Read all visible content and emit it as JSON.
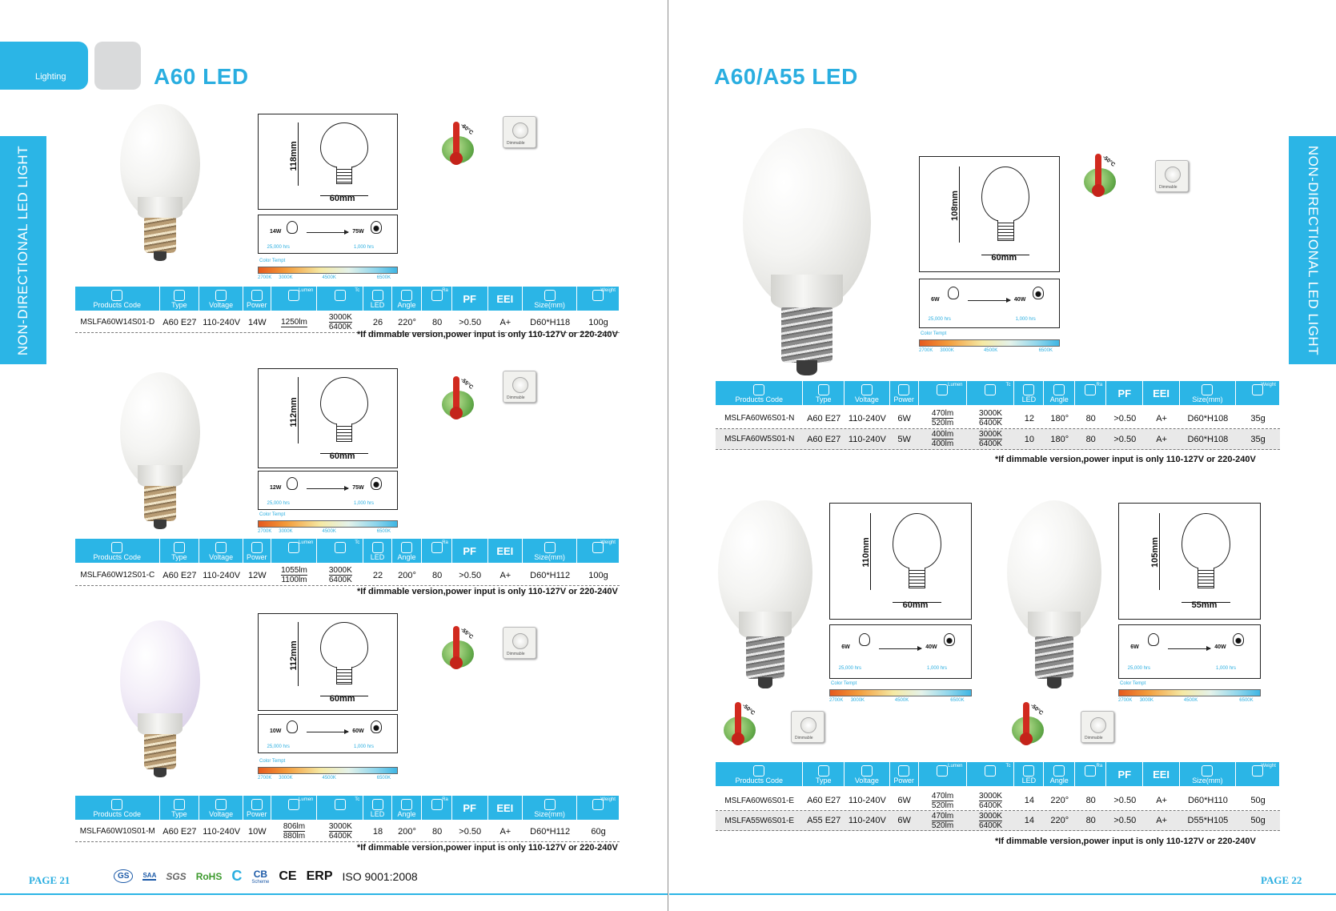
{
  "section_tab": "Lighting",
  "left_title": "A60  LED",
  "right_title": "A60/A55 LED",
  "side_label": "NON-DIRECTIONAL LED LIGHT",
  "page_left": "PAGE 21",
  "page_right": "PAGE 22",
  "table_headers": {
    "code": "Products Code",
    "type": "Type",
    "voltage": "Voltage",
    "power": "Power",
    "lumen": "Lumen",
    "tc": "Tc",
    "led": "LED",
    "angle": "Angle",
    "ra": "Ra",
    "pf": "PF",
    "eei": "EEI",
    "size": "Size(mm)",
    "weight": "Weight"
  },
  "color_temp": {
    "caption": "Color Tempt",
    "ticks": [
      "2700K",
      "3000K",
      "4500K",
      "6500K"
    ]
  },
  "lifetime": {
    "led": "25,000 hrs",
    "incandescent": "1,000 hrs"
  },
  "dimmer_label": "Dimmable",
  "note": "*If dimmable version,power input is only 110-127V or 220-240V",
  "certifications": [
    "GS",
    "SAA",
    "SGS",
    "RoHS",
    "C",
    "CB",
    "CE",
    "ERP",
    "ISO 9001:2008"
  ],
  "cert_cb_sub": "Scheme",
  "products": [
    {
      "height": "118mm",
      "width": "60mm",
      "led_watt": "14W",
      "inc_watt": "75W",
      "temp": "-60°C",
      "rows": [
        {
          "code": "MSLFA60W14S01-D",
          "type": "A60 E27",
          "voltage": "110-240V",
          "power": "14W",
          "lumen": [
            "1250lm"
          ],
          "tc": [
            "3000K",
            "6400K"
          ],
          "led": "26",
          "angle": "220°",
          "ra": "80",
          "pf": ">0.50",
          "eei": "A+",
          "size": "D60*H118",
          "weight": "100g"
        }
      ]
    },
    {
      "height": "112mm",
      "width": "60mm",
      "led_watt": "12W",
      "inc_watt": "75W",
      "temp": "-55°C",
      "rows": [
        {
          "code": "MSLFA60W12S01-C",
          "type": "A60 E27",
          "voltage": "110-240V",
          "power": "12W",
          "lumen": [
            "1055lm",
            "1100lm"
          ],
          "tc": [
            "3000K",
            "6400K"
          ],
          "led": "22",
          "angle": "200°",
          "ra": "80",
          "pf": ">0.50",
          "eei": "A+",
          "size": "D60*H112",
          "weight": "100g"
        }
      ]
    },
    {
      "height": "112mm",
      "width": "60mm",
      "led_watt": "10W",
      "inc_watt": "60W",
      "temp": "-55°C",
      "rows": [
        {
          "code": "MSLFA60W10S01-M",
          "type": "A60 E27",
          "voltage": "110-240V",
          "power": "10W",
          "lumen": [
            "806lm",
            "880lm"
          ],
          "tc": [
            "3000K",
            "6400K"
          ],
          "led": "18",
          "angle": "200°",
          "ra": "80",
          "pf": ">0.50",
          "eei": "A+",
          "size": "D60*H112",
          "weight": "60g"
        }
      ]
    },
    {
      "height": "108mm",
      "width": "60mm",
      "led_watt": "6W",
      "inc_watt": "40W",
      "temp": "-50°C",
      "rows": [
        {
          "code": "MSLFA60W6S01-N",
          "type": "A60 E27",
          "voltage": "110-240V",
          "power": "6W",
          "lumen": [
            "470lm",
            "520lm"
          ],
          "tc": [
            "3000K",
            "6400K"
          ],
          "led": "12",
          "angle": "180°",
          "ra": "80",
          "pf": ">0.50",
          "eei": "A+",
          "size": "D60*H108",
          "weight": "35g"
        },
        {
          "code": "MSLFA60W5S01-N",
          "type": "A60 E27",
          "voltage": "110-240V",
          "power": "5W",
          "lumen": [
            "400lm",
            "400lm"
          ],
          "tc": [
            "3000K",
            "6400K"
          ],
          "led": "10",
          "angle": "180°",
          "ra": "80",
          "pf": ">0.50",
          "eei": "A+",
          "size": "D60*H108",
          "weight": "35g"
        }
      ]
    },
    {
      "height": "110mm",
      "width": "60mm",
      "led_watt": "6W",
      "inc_watt": "40W",
      "temp": "-50°C",
      "rows": [
        {
          "code": "MSLFA60W6S01-E",
          "type": "A60 E27",
          "voltage": "110-240V",
          "power": "6W",
          "lumen": [
            "470lm",
            "520lm"
          ],
          "tc": [
            "3000K",
            "6400K"
          ],
          "led": "14",
          "angle": "220°",
          "ra": "80",
          "pf": ">0.50",
          "eei": "A+",
          "size": "D60*H110",
          "weight": "50g"
        },
        {
          "code": "MSLFA55W6S01-E",
          "type": "A55 E27",
          "voltage": "110-240V",
          "power": "6W",
          "lumen": [
            "470lm",
            "520lm"
          ],
          "tc": [
            "3000K",
            "6400K"
          ],
          "led": "14",
          "angle": "220°",
          "ra": "80",
          "pf": ">0.50",
          "eei": "A+",
          "size": "D55*H105",
          "weight": "50g"
        }
      ]
    },
    {
      "height": "105mm",
      "width": "55mm",
      "led_watt": "6W",
      "inc_watt": "40W",
      "temp": "-50°C",
      "rows": []
    }
  ]
}
